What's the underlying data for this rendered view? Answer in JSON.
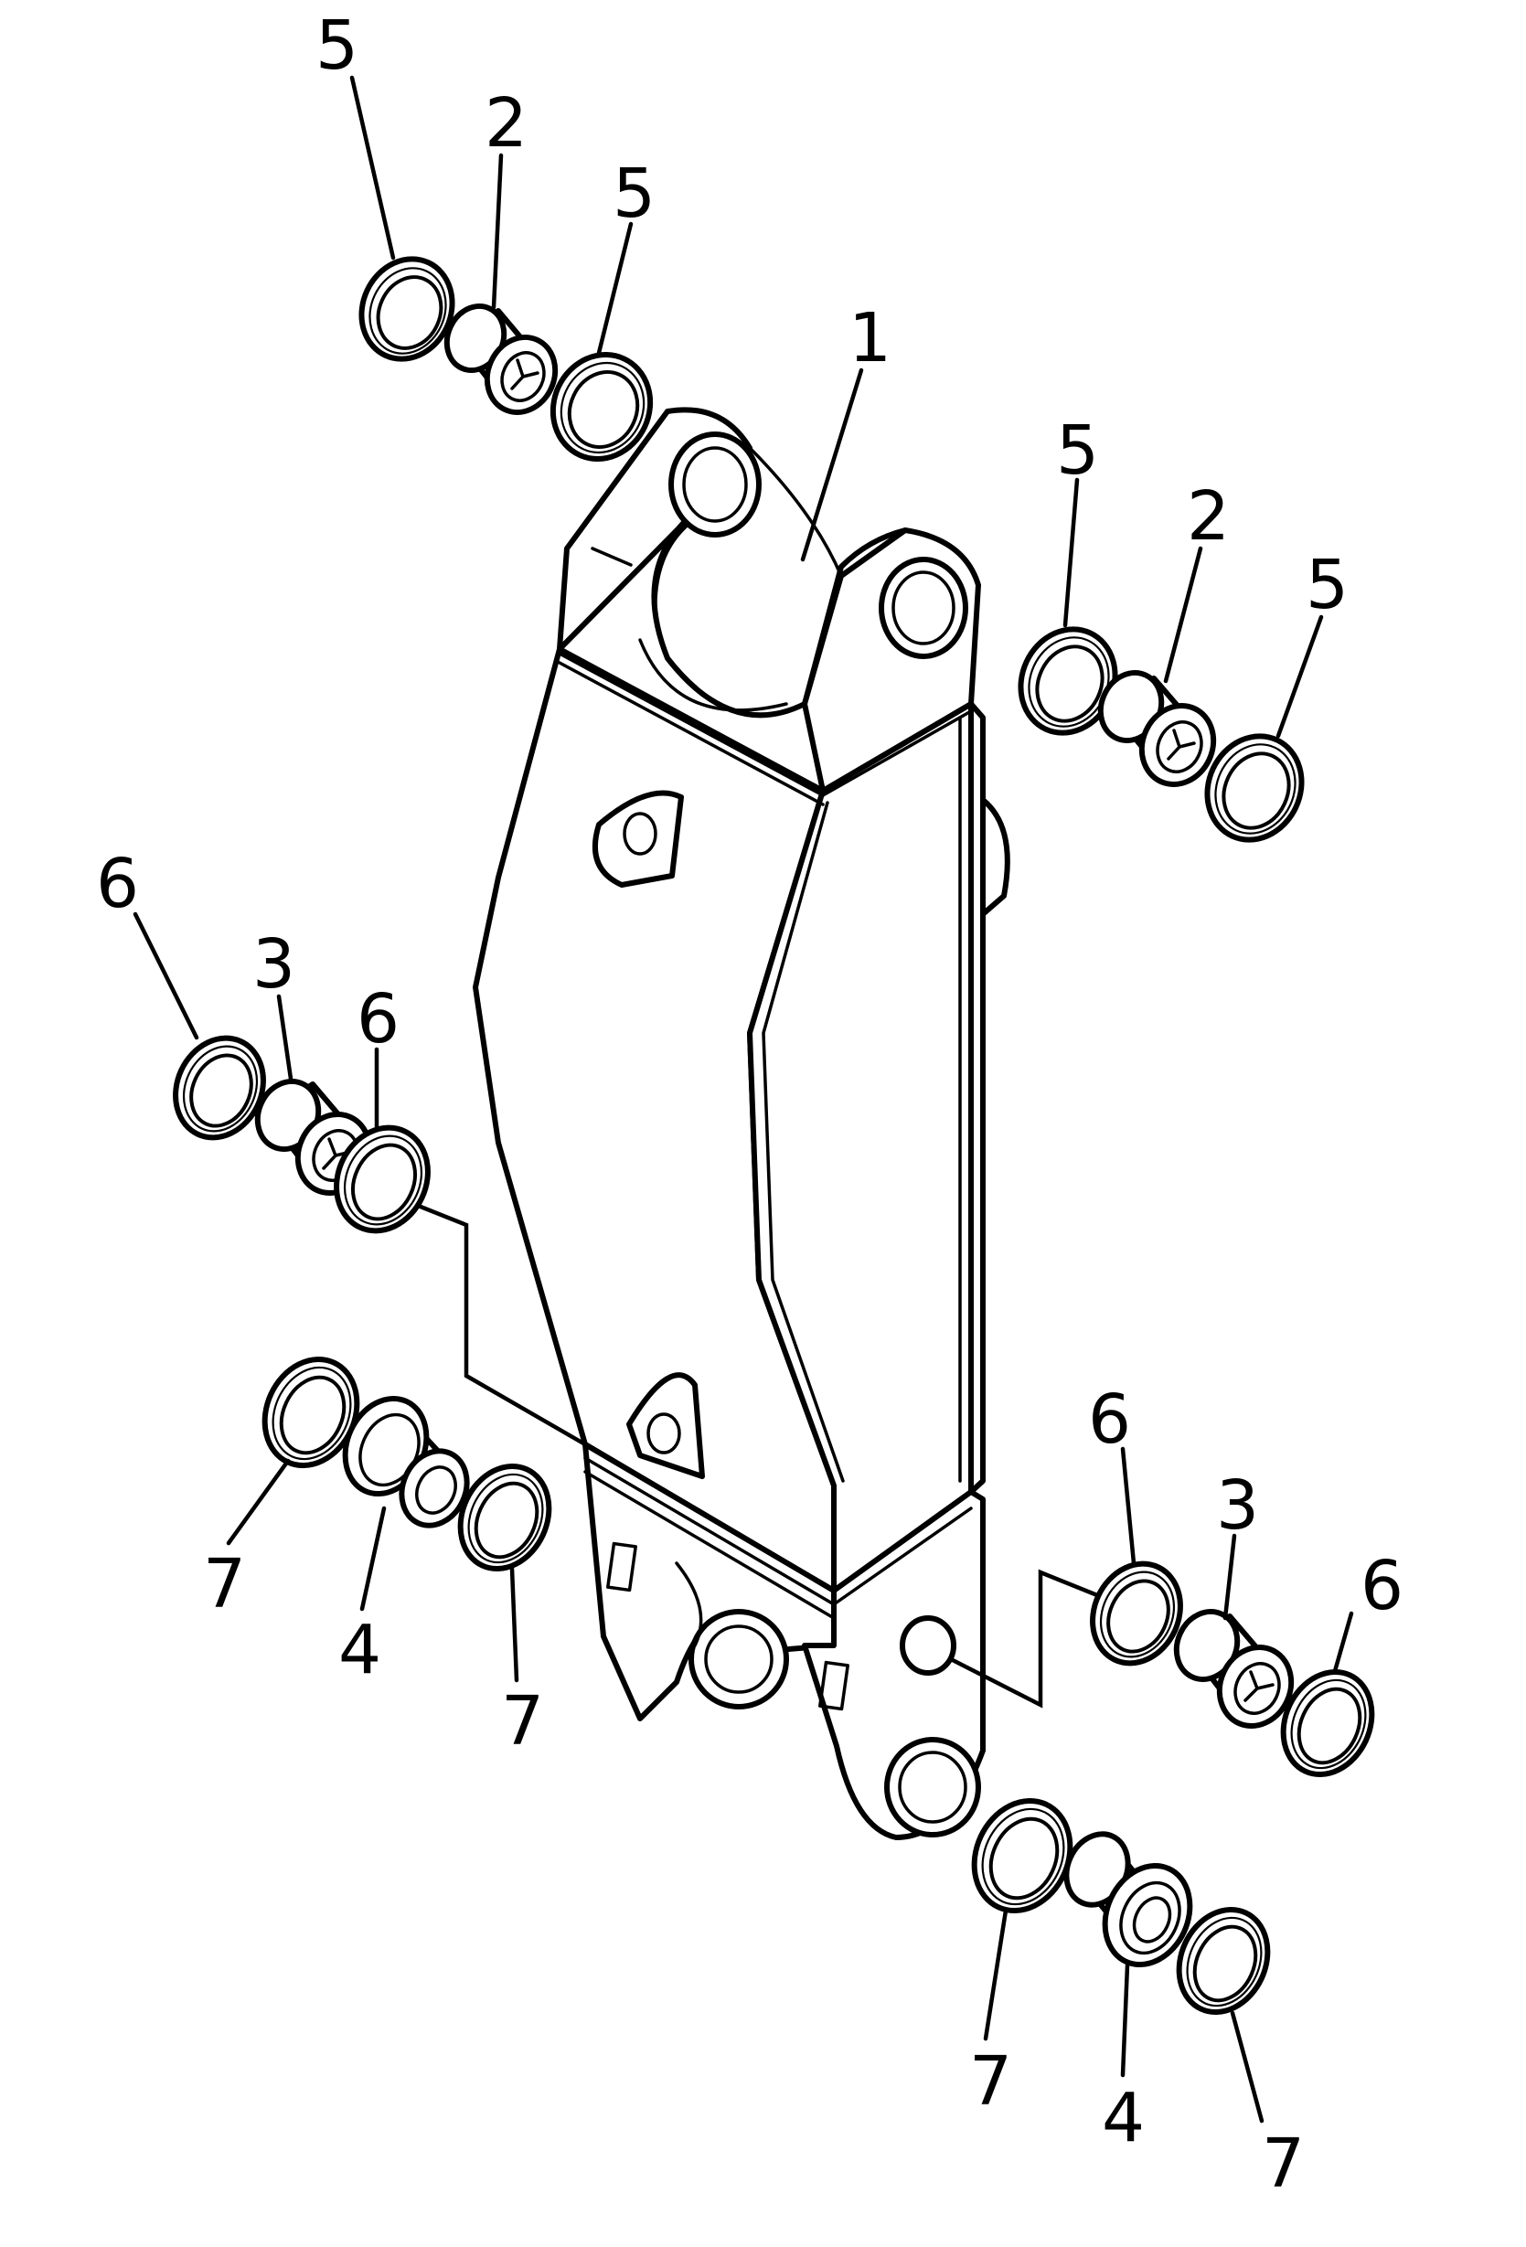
{
  "callouts": [
    {
      "id": "c5a",
      "text": "5"
    },
    {
      "id": "c2a",
      "text": "2"
    },
    {
      "id": "c5b",
      "text": "5"
    },
    {
      "id": "c1",
      "text": "1"
    },
    {
      "id": "c5c",
      "text": "5"
    },
    {
      "id": "c2b",
      "text": "2"
    },
    {
      "id": "c5d",
      "text": "5"
    },
    {
      "id": "c6a",
      "text": "6"
    },
    {
      "id": "c3a",
      "text": "3"
    },
    {
      "id": "c6b",
      "text": "6"
    },
    {
      "id": "c7a",
      "text": "7"
    },
    {
      "id": "c4a",
      "text": "4"
    },
    {
      "id": "c7b",
      "text": "7"
    },
    {
      "id": "c6c",
      "text": "6"
    },
    {
      "id": "c3b",
      "text": "3"
    },
    {
      "id": "c6d",
      "text": "6"
    },
    {
      "id": "c7c",
      "text": "7"
    },
    {
      "id": "c4b",
      "text": "4"
    },
    {
      "id": "c7d",
      "text": "7"
    }
  ]
}
